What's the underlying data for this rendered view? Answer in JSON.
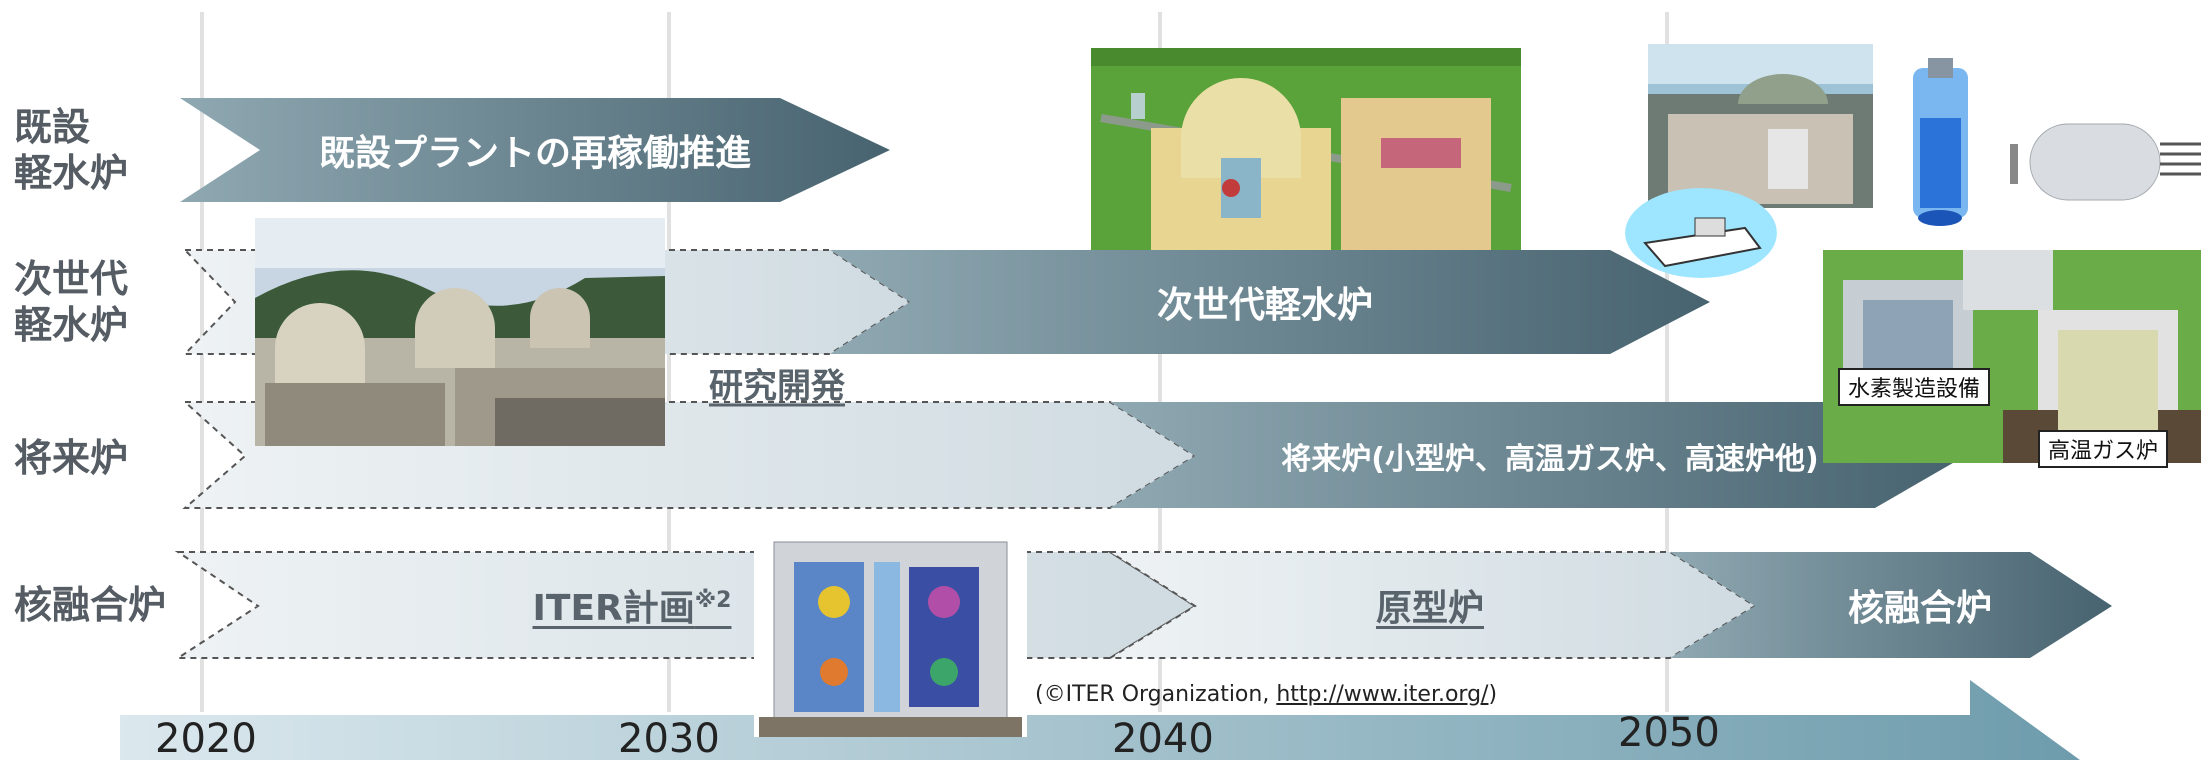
{
  "rows": {
    "existing": "既設\n軽水炉",
    "nextgen": "次世代\n軽水炉",
    "future": "将来炉",
    "fusion": "核融合炉"
  },
  "arrows": {
    "existing_restart": "既設プラントの再稼働推進",
    "nextgen_lwr": "次世代軽水炉",
    "future_reactors": "将来炉(小型炉、高温ガス炉、高速炉他)",
    "fusion_reactor": "核融合炉"
  },
  "dashed": {
    "research": "研究開発",
    "iter_plan": "ITER計画",
    "iter_note": "※2",
    "prototype": "原型炉"
  },
  "labels": {
    "hydrogen_facility": "水素製造設備",
    "htgr": "高温ガス炉"
  },
  "credit": {
    "prefix": "(©ITER Organization, ",
    "url": "http://www.iter.org/",
    "suffix": ")"
  },
  "years": [
    "2020",
    "2030",
    "2040",
    "2050"
  ],
  "colors": {
    "arrow_dark": "#4d6b78",
    "arrow_light": "#d9e2e7",
    "timeline": "#a9c4cf"
  }
}
